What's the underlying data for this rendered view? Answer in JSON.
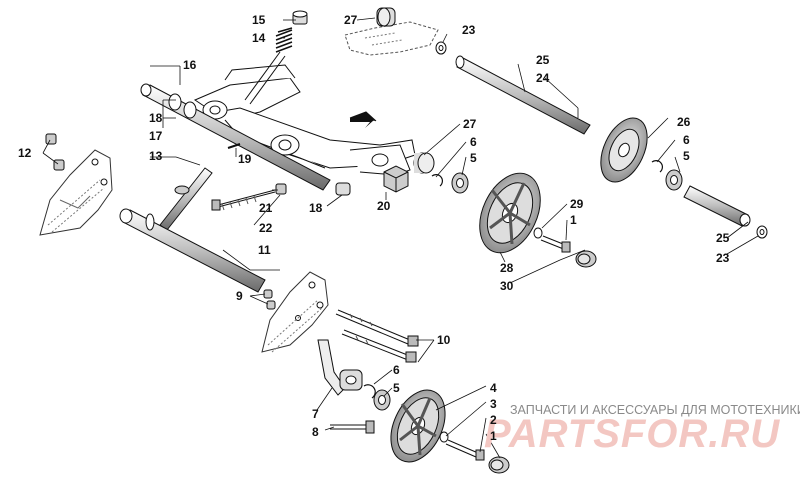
{
  "callouts": {
    "c15": "15",
    "c14": "14",
    "c16": "16",
    "c18a": "18",
    "c17": "17",
    "c13": "13",
    "c19": "19",
    "c12": "12",
    "c21": "21",
    "c22": "22",
    "c18b": "18",
    "c20": "20",
    "c11": "11",
    "c9": "9",
    "c10": "10",
    "c27a": "27",
    "c23a": "23",
    "c25a": "25",
    "c24": "24",
    "c26": "26",
    "c6a": "6",
    "c5a": "5",
    "c27b": "27",
    "c6b": "6",
    "c5b": "5",
    "c29": "29",
    "c1a": "1",
    "c28": "28",
    "c30": "30",
    "c25b": "25",
    "c23b": "23",
    "c6c": "6",
    "c5c": "5",
    "c7": "7",
    "c8": "8",
    "c4": "4",
    "c3": "3",
    "c2": "2",
    "c1b": "1"
  },
  "watermark": {
    "caption": "ЗАПЧАСТИ И АКСЕССУАРЫ ДЛЯ МОТОТЕХНИКИ",
    "logo": "PARTSFOR.RU",
    "color": "#f3c7c2"
  }
}
